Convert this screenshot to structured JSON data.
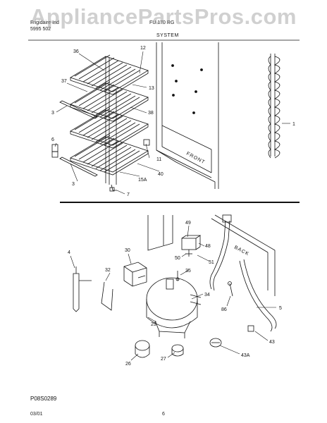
{
  "header": {
    "line1_left": "Frigidaire Ind",
    "line2_left": "5995 502",
    "line1_right": "FU 170 RG"
  },
  "section_title": "SYSTEM",
  "watermark": "AppliancePartsPros.com",
  "footer": {
    "drawing_code": "P08S0289",
    "date": "03/01",
    "page": "6"
  },
  "upper_callouts": [
    "36",
    "12",
    "37",
    "13",
    "3",
    "38",
    "6",
    "11",
    "40",
    "15A",
    "3",
    "7",
    "1"
  ],
  "lower_callouts": [
    "49",
    "48",
    "4",
    "30",
    "50",
    "51",
    "35",
    "32",
    "34",
    "86",
    "5",
    "29",
    "43",
    "26",
    "27",
    "43A"
  ],
  "cabinet_labels": {
    "front": "FRONT",
    "back": "BACK"
  },
  "colors": {
    "line": "#111111",
    "watermark": "#969696"
  }
}
